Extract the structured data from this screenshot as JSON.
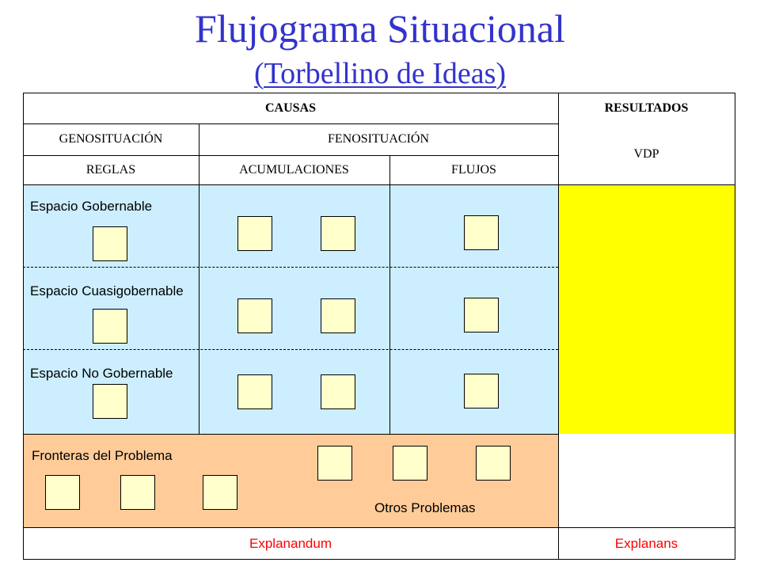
{
  "title": "Flujograma Situacional",
  "subtitle": "(Torbellino de Ideas)",
  "header": {
    "causas": "CAUSAS",
    "resultados": "RESULTADOS",
    "genosituacion": "GENOSITUACIÓN",
    "fenosituacion": "FENOSITUACIÓN",
    "vdp": "VDP",
    "reglas": "REGLAS",
    "acumulaciones": "ACUMULACIONES",
    "flujos": "FLUJOS"
  },
  "rows": [
    {
      "label": "Espacio Gobernable"
    },
    {
      "label": "Espacio Cuasigobernable"
    },
    {
      "label": "Espacio No Gobernable"
    }
  ],
  "frontier": {
    "label": "Fronteras del Problema",
    "other": "Otros Problemas"
  },
  "footer": {
    "left": "Explanandum",
    "right": "Explanans"
  },
  "colors": {
    "title": "#3333cc",
    "causes_area": "#cceeff",
    "vdp_area": "#ffff00",
    "frontier_area": "#ffcc99",
    "node_box": "#ffffcc",
    "footer_text": "#ff0000"
  }
}
